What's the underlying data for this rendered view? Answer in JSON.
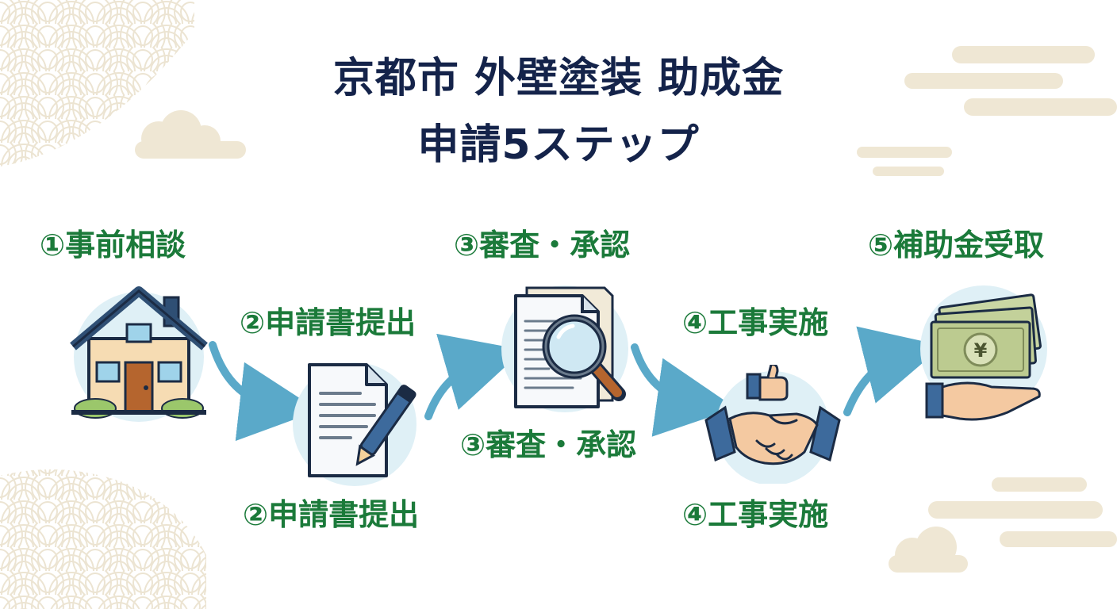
{
  "title": {
    "line1": "京都市 外壁塗装 助成金",
    "line2": "申請5ステップ"
  },
  "steps": [
    {
      "label": "①事前相談",
      "icon": "house-icon"
    },
    {
      "label": "②申請書提出",
      "label_repeat": "②申請書提出",
      "icon": "document-pen-icon"
    },
    {
      "label": "③審査・承認",
      "label_repeat": "③審査・承認",
      "icon": "magnifier-document-icon"
    },
    {
      "label": "④工事実施",
      "label_repeat": "④工事実施",
      "icon": "handshake-icon"
    },
    {
      "label": "⑤補助金受取",
      "icon": "money-hand-icon"
    }
  ],
  "currency_symbol": "¥",
  "colors": {
    "title": "#14234a",
    "label": "#1b7a3a",
    "arrow": "#5aa9c9",
    "circle": "#dff0f6",
    "decoration": "#efe7d4"
  }
}
